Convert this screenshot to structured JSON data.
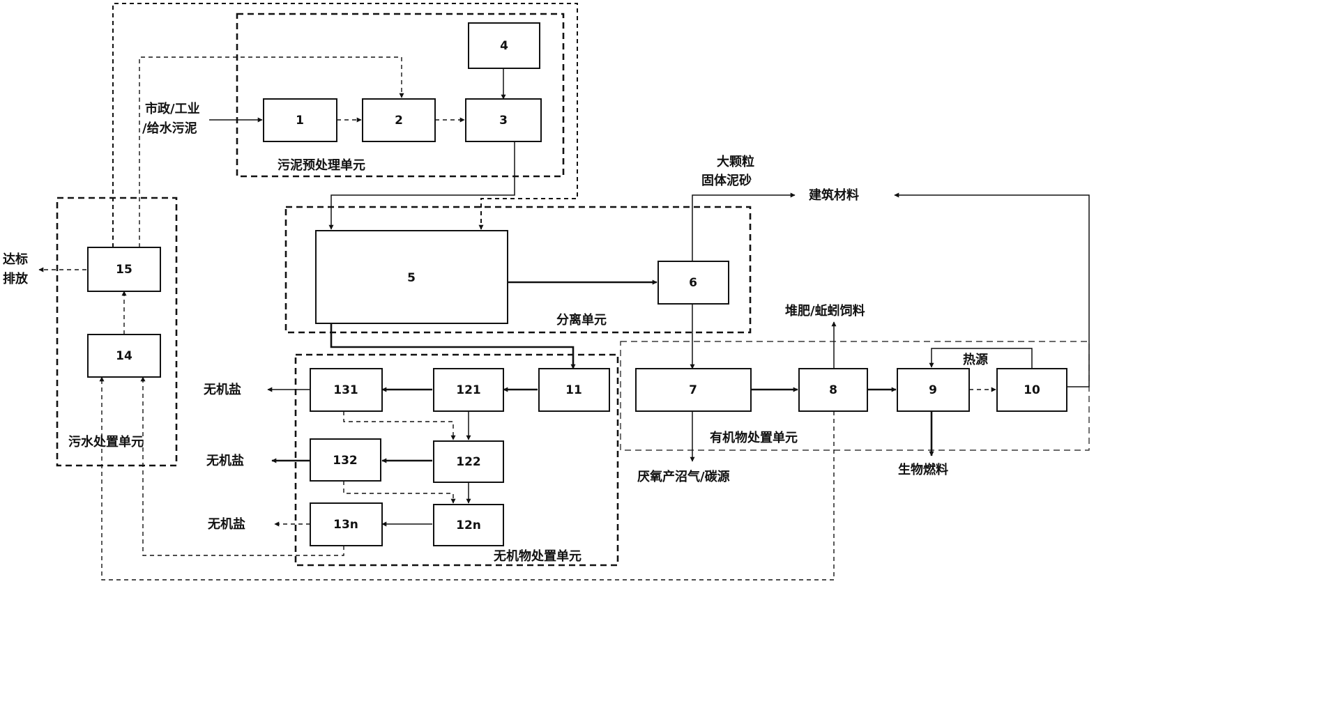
{
  "boxes": {
    "b1": "1",
    "b2": "2",
    "b3": "3",
    "b4": "4",
    "b5": "5",
    "b6": "6",
    "b7": "7",
    "b8": "8",
    "b9": "9",
    "b10": "10",
    "b11": "11",
    "b121": "121",
    "b122": "122",
    "b12n": "12n",
    "b131": "131",
    "b132": "132",
    "b13n": "13n",
    "b14": "14",
    "b15": "15"
  },
  "units": {
    "pretreatment": "污泥预处理单元",
    "separation": "分离单元",
    "organic": "有机物处置单元",
    "inorganic": "无机物处置单元",
    "sewage": "污水处置单元"
  },
  "labels": {
    "input_line1": "市政/工业",
    "input_line2": "/给水污泥",
    "large_particles_line1": "大颗粒",
    "large_particles_line2": "固体泥砂",
    "building_materials": "建筑材料",
    "compost": "堆肥/蚯蚓饲料",
    "heat_source": "热源",
    "biogas": "厌氧产沼气/碳源",
    "biofuel": "生物燃料",
    "inorganic_salt_1": "无机盐",
    "inorganic_salt_2": "无机盐",
    "inorganic_salt_3": "无机盐",
    "discharge_line1": "达标",
    "discharge_line2": "排放"
  }
}
